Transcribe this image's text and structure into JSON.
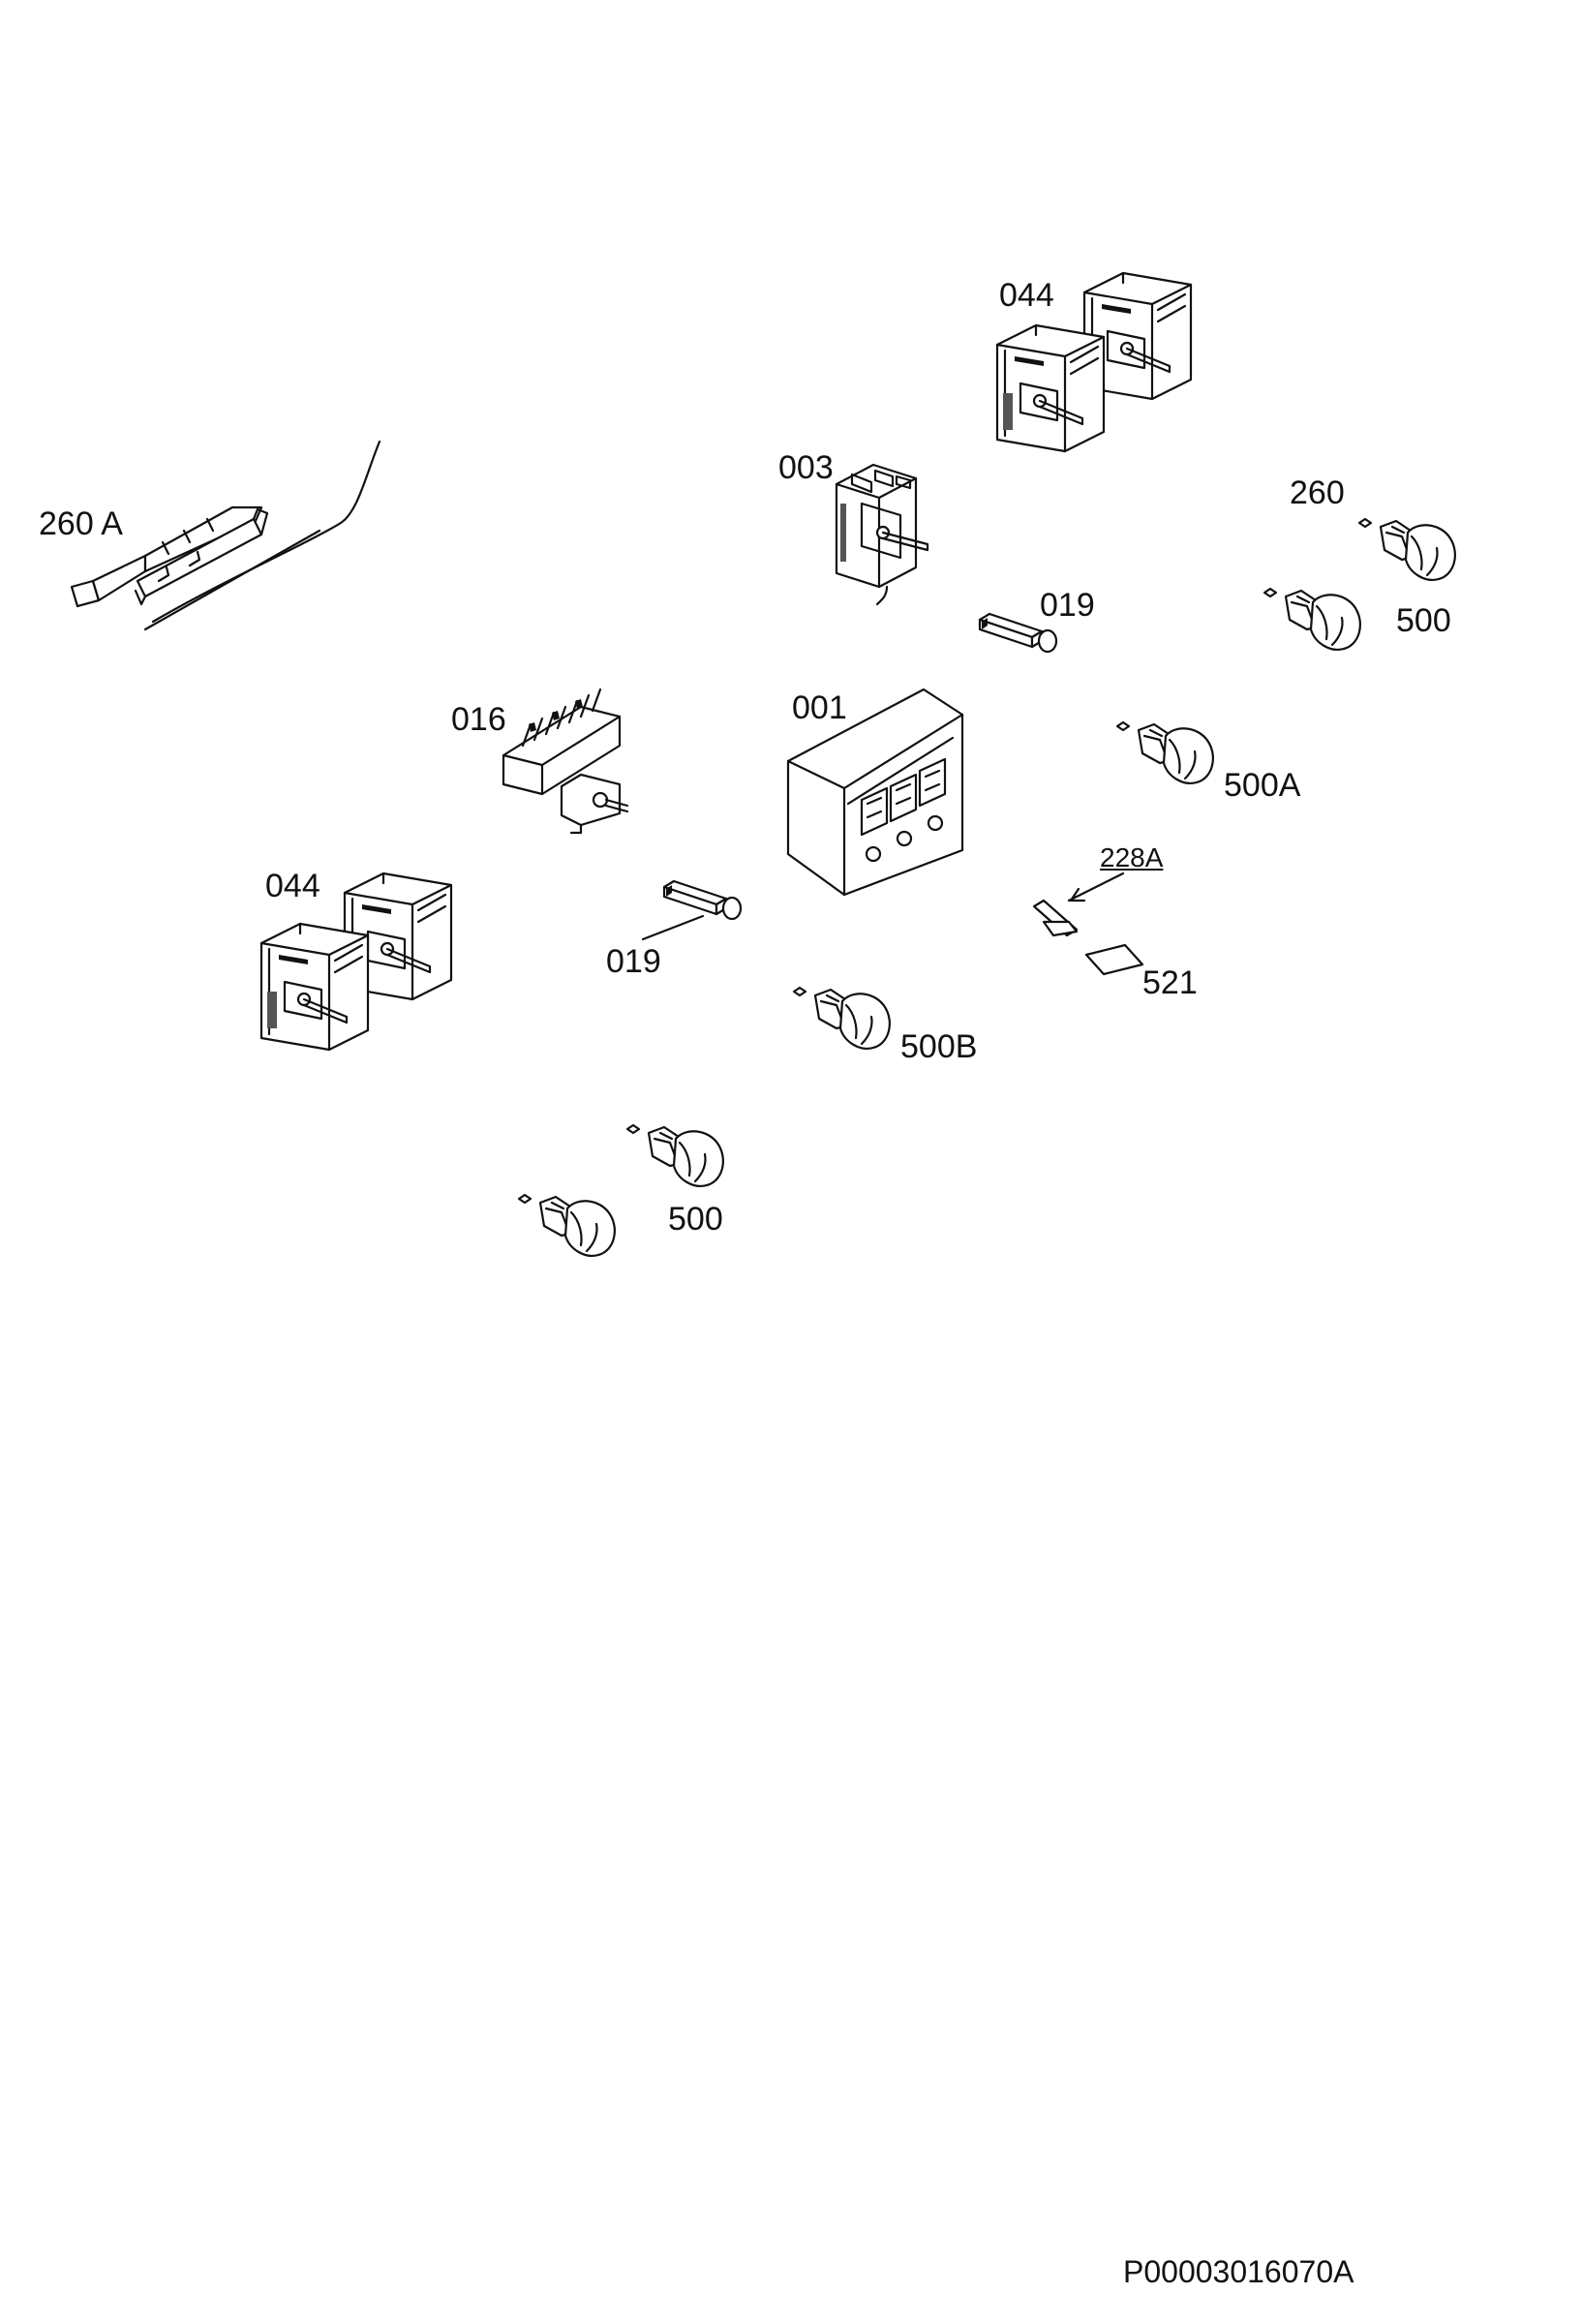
{
  "diagram": {
    "labels": {
      "l044_top": "044",
      "l003": "003",
      "l260": "260",
      "l260a": "260 A",
      "l019_top": "019",
      "l500_right": "500",
      "l016": "016",
      "l001": "001",
      "l500a": "500A",
      "l044_left": "044",
      "l228a": "228A",
      "l019_bottom": "019",
      "l521": "521",
      "l500b": "500B",
      "l500_bottom": "500"
    },
    "drawing_code": "P00003016070A"
  }
}
